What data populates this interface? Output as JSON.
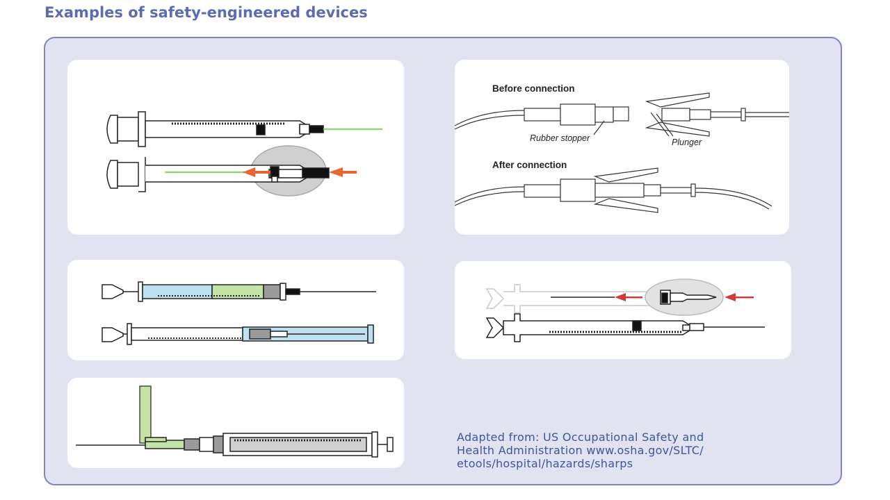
{
  "title": "Examples of safety-engineered devices",
  "panels": {
    "iv_connector": {
      "before_label": "Before connection",
      "after_label": "After connection",
      "rubber_stopper_label": "Rubber stopper",
      "plunger_label": "Plunger"
    }
  },
  "source": {
    "line1": "Adapted from: US Occupational Safety and",
    "line2": "Health Administration www.osha.gov/SLTC/",
    "line3": "etools/hospital/hazards/sharps"
  },
  "colors": {
    "title": "#5b6db0",
    "frame_bg": "#e1e3f1",
    "frame_border": "#7d86c2",
    "needle_green": "#9bd37c",
    "arrow_orange": "#e8662e",
    "arrow_red": "#d23b3b",
    "syringe_blue": "#bfe0f0",
    "syringe_green": "#c6e3a6",
    "source_text": "#3b56a2"
  }
}
